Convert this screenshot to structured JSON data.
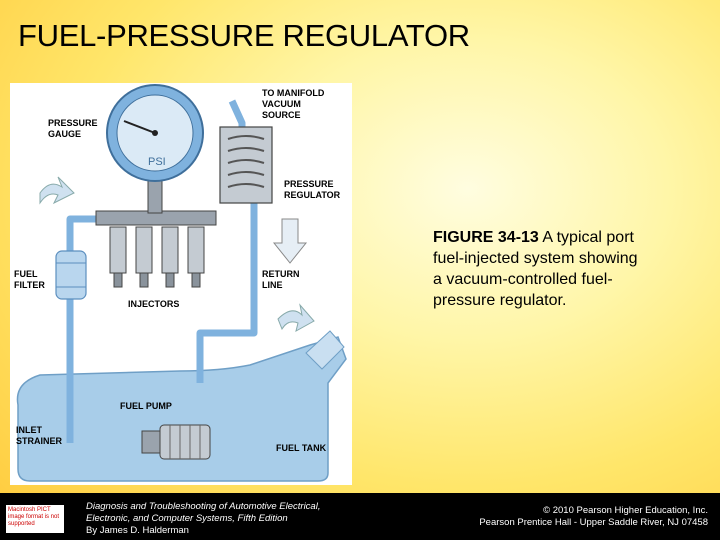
{
  "slide": {
    "title": "FUEL-PRESSURE REGULATOR"
  },
  "diagram": {
    "labels": {
      "to_manifold_1": "TO MANIFOLD",
      "to_manifold_2": "VACUUM",
      "to_manifold_3": "SOURCE",
      "pressure_gauge_1": "PRESSURE",
      "pressure_gauge_2": "GAUGE",
      "psi": "PSI",
      "pressure_regulator_1": "PRESSURE",
      "pressure_regulator_2": "REGULATOR",
      "fuel_filter_1": "FUEL",
      "fuel_filter_2": "FILTER",
      "return_line_1": "RETURN",
      "return_line_2": "LINE",
      "injectors": "INJECTORS",
      "fuel_pump": "FUEL PUMP",
      "inlet_strainer_1": "INLET",
      "inlet_strainer_2": "STRAINER",
      "fuel_tank": "FUEL TANK"
    },
    "colors": {
      "fuel_blue": "#9cc6e6",
      "tank_blue": "#a8cde9",
      "line_blue": "#6aa6d6",
      "metal": "#b8bcc2"
    }
  },
  "caption": {
    "figure_number": "FIGURE 34-13",
    "text": " A typical port fuel-injected system showing a vacuum-controlled fuel-pressure regulator."
  },
  "footer": {
    "logo_text": "Macintosh PICT image format is not supported",
    "book_line1": "Diagnosis and Troubleshooting of Automotive Electrical,",
    "book_line2": "Electronic, and Computer Systems, Fifth Edition",
    "book_line3": "By James D. Halderman",
    "copyright_line1": "© 2010 Pearson Higher Education, Inc.",
    "copyright_line2": "Pearson Prentice Hall - Upper Saddle River, NJ 07458"
  }
}
